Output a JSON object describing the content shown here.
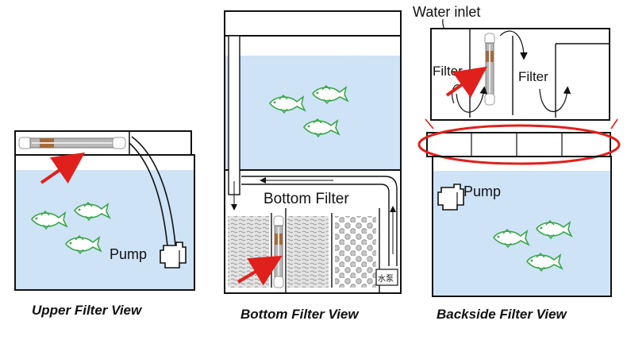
{
  "upper": {
    "pump_label": "Pump",
    "caption": "Upper Filter View"
  },
  "bottom": {
    "filter_label": "Bottom Filter",
    "pump_label": "水泵",
    "caption": "Bottom Filter View"
  },
  "backside": {
    "water_inlet_label": "Water inlet",
    "filter_label_left": "Filter",
    "filter_label_right": "Filter",
    "pump_label": "Pump",
    "caption": "Backside Filter View"
  },
  "colors": {
    "water": "#cfe3f7",
    "arrow": "#e0201c",
    "fish_stroke": "#3aa64a",
    "outline": "#111111"
  }
}
